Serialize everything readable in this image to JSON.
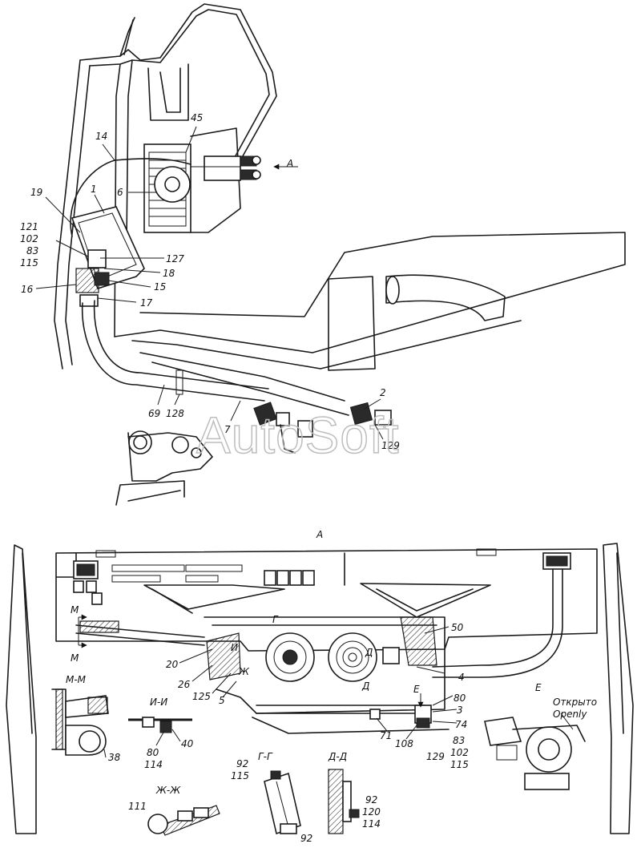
{
  "watermark": "AutoSoft",
  "view_marker": "A",
  "top_callouts": [
    "14",
    "45",
    "19",
    "1",
    "6",
    "121",
    "102",
    "83",
    "115",
    "127",
    "18",
    "16",
    "15",
    "17",
    "69",
    "128",
    "7",
    "2",
    "129"
  ],
  "bottom_callouts": [
    "Г",
    "50",
    "20",
    "26",
    "125",
    "5",
    "4",
    "80",
    "3",
    "74",
    "71",
    "108",
    "129",
    "83",
    "102",
    "115",
    "38",
    "80",
    "114",
    "40",
    "92",
    "115",
    "92",
    "111",
    "92",
    "120",
    "114"
  ],
  "sections": {
    "view_a": "А",
    "mm": "М-М",
    "ii": "И-И",
    "gg": "Г-Г",
    "dd": "Д-Д",
    "zhzh": "Ж-Ж",
    "e": "Е"
  },
  "cut_marks": {
    "m": "М",
    "i": "И",
    "zh": "Ж",
    "d": "Д",
    "e": "Е"
  },
  "detail_e": {
    "open_ru": "Открыто",
    "open_en": "Openly"
  }
}
